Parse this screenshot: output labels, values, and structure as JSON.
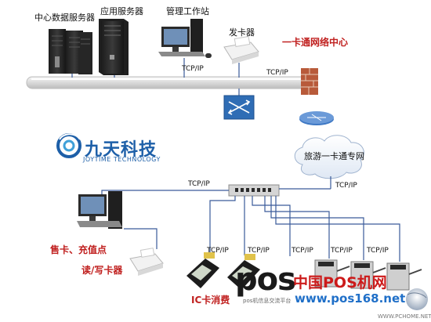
{
  "labels": {
    "central_db_server": "中心数据服务器",
    "app_server": "应用服务器",
    "mgmt_station": "管理工作站",
    "card_issuer": "发卡器",
    "network_center": "一卡通网络中心",
    "tourism_network": "旅游一卡通专网",
    "sale_recharge_point": "售卡、充值点",
    "rw_card_reader": "读/写卡器",
    "ic_card_consume": "IC卡消费",
    "company_cn": "九天科技",
    "company_en": "JOYTIME TECHNOLOGY"
  },
  "tcp_labels": [
    "TCP/IP",
    "TCP/IP",
    "TCP/IP",
    "TCP/IP",
    "TCP/IP",
    "TCP/IP",
    "TCP/IP",
    "TCP/IP",
    "TCP/IP"
  ],
  "watermark": {
    "pos": "pos",
    "cn_name": "中国POS机网",
    "url": "www.pos168.net",
    "sub": "pos机信息交流平台",
    "site": "WWW.PCHOME.NET"
  },
  "colors": {
    "network_line": "#3a5b9a",
    "backbone_light": "#e6e6e6",
    "label_red": "#c0201f",
    "logo_blue": "#1d5fa8",
    "firewall": "#b85a3a",
    "switch_blue": "#2f6db5",
    "watermark_red": "#cc1a1a",
    "watermark_blue": "#1f6fc8"
  }
}
